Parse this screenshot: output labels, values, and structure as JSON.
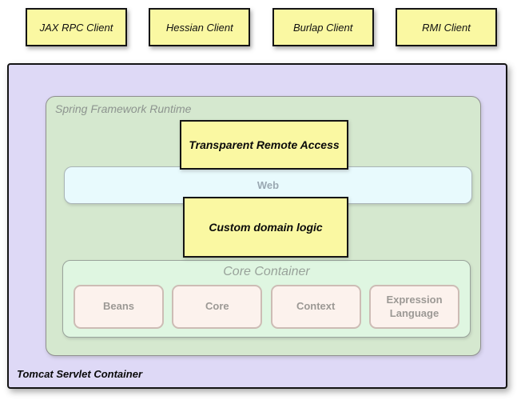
{
  "clients": [
    {
      "label": "JAX RPC Client"
    },
    {
      "label": "Hessian Client"
    },
    {
      "label": "Burlap Client"
    },
    {
      "label": "RMI Client"
    }
  ],
  "tomcat": {
    "label": "Tomcat Servlet Container"
  },
  "spring": {
    "label": "Spring Framework Runtime",
    "transparent_remote_access": "Transparent Remote Access",
    "web": "Web",
    "custom_domain_logic": "Custom domain logic",
    "core": {
      "title": "Core Container",
      "modules": [
        {
          "label": "Beans"
        },
        {
          "label": "Core"
        },
        {
          "label": "Context"
        },
        {
          "label": "Expression Language"
        }
      ]
    }
  },
  "colors": {
    "client-yellow": "#FAF8A2",
    "tomcat-purple": "#DED9F6",
    "spring-green": "#D5E8CF",
    "core-mint": "#DFF6E1",
    "web-blue": "#E8FAFD",
    "web-text": "#9AA8B2",
    "module-pink": "#FCF2ED",
    "module-border": "#CDBCB5",
    "module-text": "#9C9995",
    "muted-gray": "#8D948F",
    "core-title-gray": "#98A29A",
    "box-border": "#141414"
  }
}
